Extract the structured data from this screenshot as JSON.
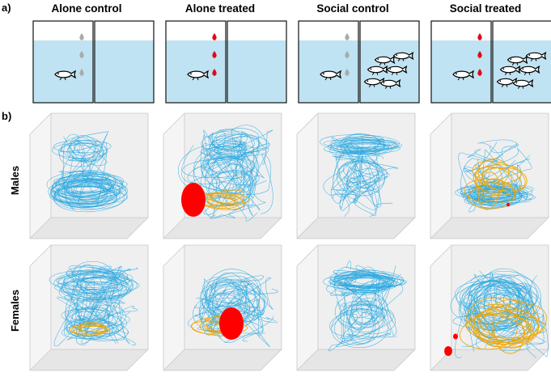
{
  "panel_labels": {
    "a": "a)",
    "b": "b)"
  },
  "conditions": [
    {
      "title": "Alone control",
      "drop_color": "#aaaaaa",
      "social": false
    },
    {
      "title": "Alone treated",
      "drop_color": "#e30613",
      "social": false
    },
    {
      "title": "Social control",
      "drop_color": "#aaaaaa",
      "social": true
    },
    {
      "title": "Social treated",
      "drop_color": "#e30613",
      "social": true
    }
  ],
  "rows": [
    {
      "label": "Males"
    },
    {
      "label": "Females"
    }
  ],
  "colors": {
    "water": "#bfe3f2",
    "tank_border": "#222222",
    "trajectory": "#29a8e0",
    "alarm_trajectory": "#f0a500",
    "cue": "#ff0000",
    "cube_face": "#efefef",
    "cube_edge": "#c8c8c8"
  }
}
